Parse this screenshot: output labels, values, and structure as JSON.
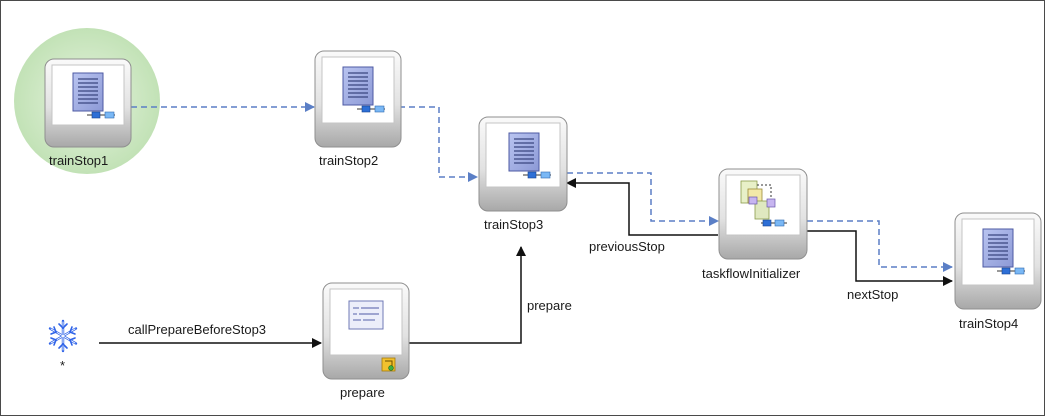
{
  "nodes": {
    "trainStop1": "trainStop1",
    "trainStop2": "trainStop2",
    "trainStop3": "trainStop3",
    "taskflowInitializer": "taskflowInitializer",
    "trainStop4": "trainStop4",
    "prepare": "prepare",
    "wildcard": "*"
  },
  "edges": {
    "callPrepareBeforeStop3": "callPrepareBeforeStop3",
    "prepare": "prepare",
    "previousStop": "previousStop",
    "nextStop": "nextStop"
  },
  "colors": {
    "control_flow": "#111111",
    "train_sequence": "#5b7fc6",
    "default_activity_highlight": "#c9e6bf",
    "wildcard": "#2f63e8"
  },
  "icons": {
    "view_activity": "document-page-icon",
    "method_call": "method-call-icon",
    "router": "task-flow-initializer-icon",
    "wildcard": "wildcard-snowflake-icon"
  }
}
